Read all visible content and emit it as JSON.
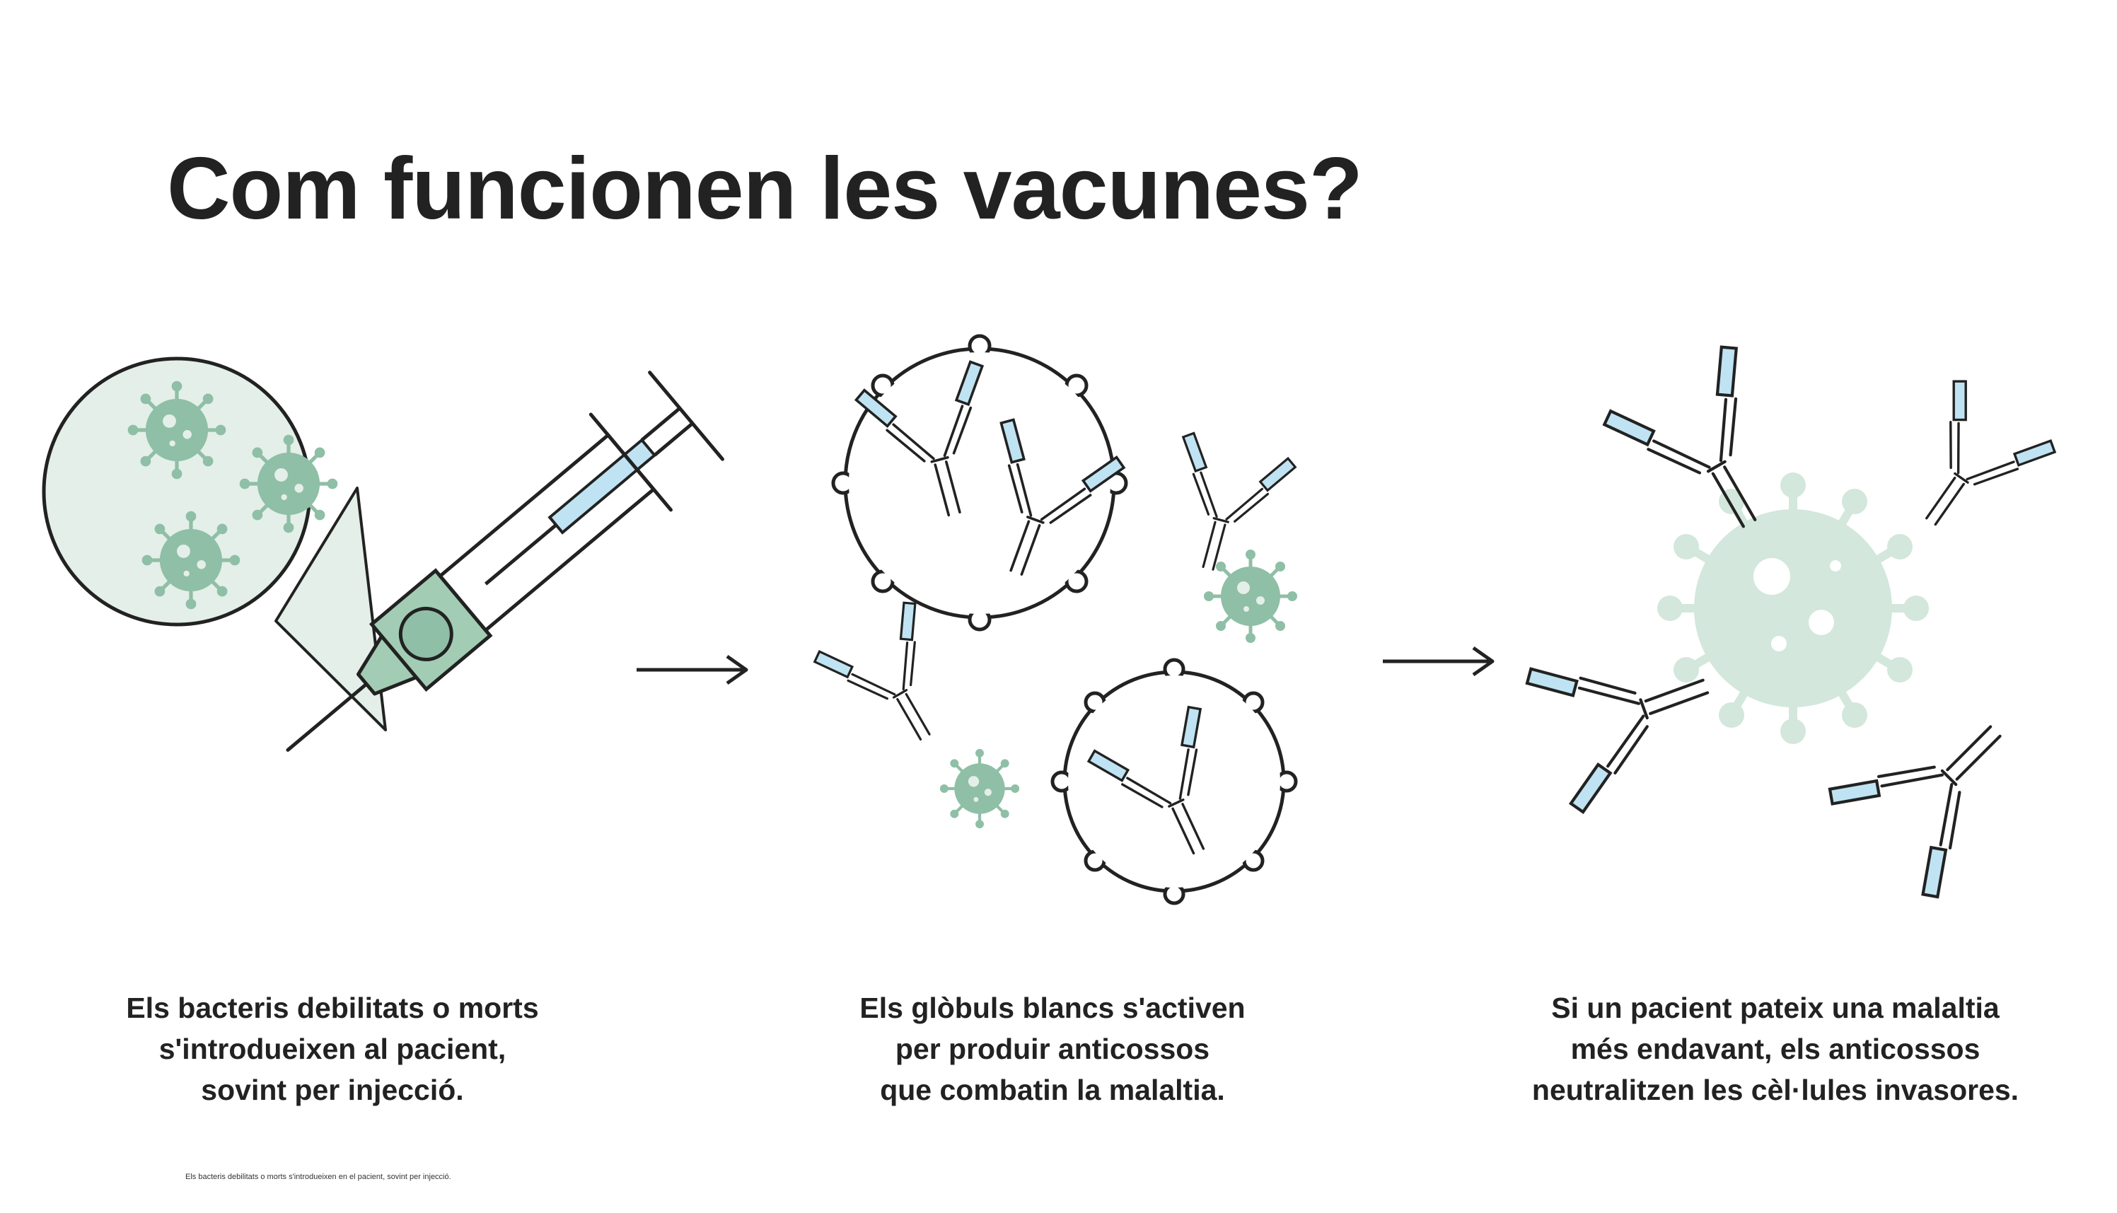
{
  "title": "Com funcionen les vacunes?",
  "steps": [
    {
      "lines": [
        "Els bacteris debilitats o morts",
        "s'introdueixen al pacient,",
        "sovint per injecció."
      ]
    },
    {
      "lines": [
        "Els glòbuls blancs s'activen",
        "per produir anticossos",
        "que combatin la malaltia."
      ]
    },
    {
      "lines": [
        "Si un pacient pateix una malaltia",
        "més endavant, els anticossos",
        "neutralitzen les cèl·lules invasores."
      ]
    }
  ],
  "footnote": "Els bacteris debilitats o morts s'introdueixen en el pacient, sovint per injecció.",
  "colors": {
    "ink": "#222222",
    "virus_green": "#8fbfa6",
    "virus_pale": "#d3e7dc",
    "liquid_blue": "#bfe3f2",
    "lens_fill": "#e3efe8",
    "needle_tip_green": "#a3ccb4"
  },
  "icons": [
    "syringe-icon",
    "magnifier-lens-icon",
    "virus-icon",
    "antibody-icon",
    "white-blood-cell-icon",
    "arrow-right-icon"
  ]
}
